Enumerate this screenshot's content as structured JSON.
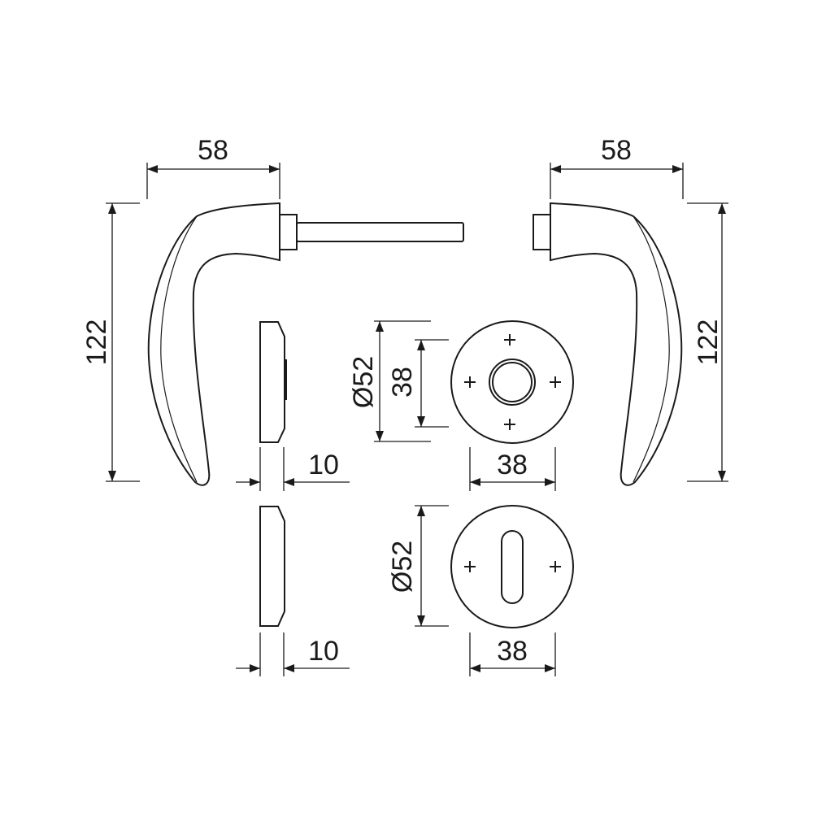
{
  "drawing": {
    "handle_left": {
      "width_label": "58",
      "height_label": "122"
    },
    "handle_right": {
      "width_label": "58",
      "height_label": "122"
    },
    "rose_side": {
      "thickness_label": "10"
    },
    "rose_front": {
      "diameter_label": "Ø52",
      "fixing_spacing_label": "38",
      "width_label": "38"
    },
    "keyhole_side": {
      "thickness_label": "10"
    },
    "keyhole_front": {
      "diameter_label": "Ø52",
      "width_label": "38"
    }
  },
  "colors": {
    "line": "#1a1a1a",
    "background": "#ffffff"
  }
}
